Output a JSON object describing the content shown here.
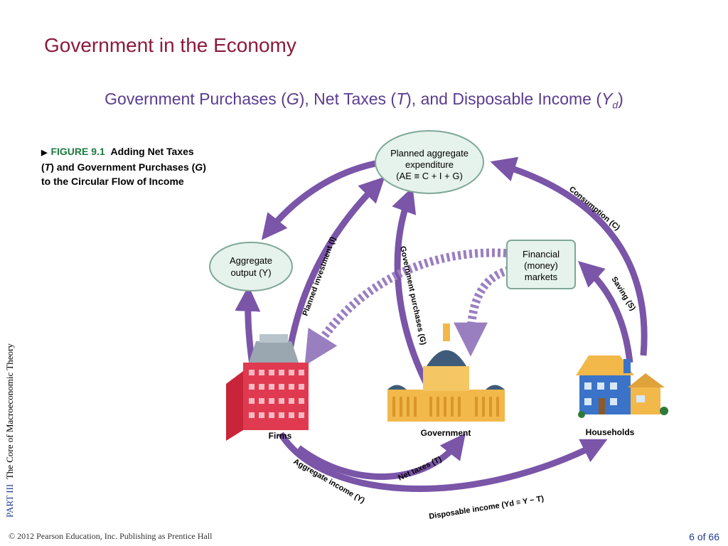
{
  "slide": {
    "title": "Government in the Economy",
    "subtitle_parts": [
      "Government Purchases (",
      "G",
      "), Net Taxes (",
      "T",
      "), and Disposable Income (",
      "Y",
      "d",
      ")"
    ]
  },
  "figure": {
    "number": "FIGURE 9.1",
    "caption_parts": [
      "Adding Net Taxes",
      "(",
      "T",
      ") and Government Purchases (",
      "G",
      ")",
      "to the Circular Flow of Income"
    ]
  },
  "nodes": {
    "ae": {
      "line1": "Planned aggregate",
      "line2": "expenditure",
      "line3": "(AE ≡  C + I + G)"
    },
    "output": {
      "line1": "Aggregate",
      "line2": "output (Y)"
    },
    "financial": {
      "line1": "Financial",
      "line2": "(money)",
      "line3": "markets"
    },
    "firms": "Firms",
    "government": "Government",
    "households": "Households"
  },
  "flows": {
    "consumption": "Consumption (C)",
    "saving": "Saving (S)",
    "investment": "Planned investment (I)",
    "gov_purchases": "Government  purchases (G)",
    "net_taxes": "Net taxes (T)",
    "aggregate_income": "Aggregate income (Y)",
    "disposable_income": "Disposable income (Yd  ≡ Y − T)"
  },
  "sidebar": {
    "part": "PART  III",
    "title": "The Core of Macroeconomic Theory"
  },
  "footer": {
    "copyright": "© 2012 Pearson Education, Inc. Publishing as Prentice Hall",
    "page": "6 of 66"
  },
  "colors": {
    "title": "#8B1A3A",
    "subtitle": "#5A3C8E",
    "arrow": "#7A55A8",
    "figure_number": "#1B7A3E",
    "node_fill": "#E6F2EC",
    "node_stroke": "#7FA897"
  }
}
